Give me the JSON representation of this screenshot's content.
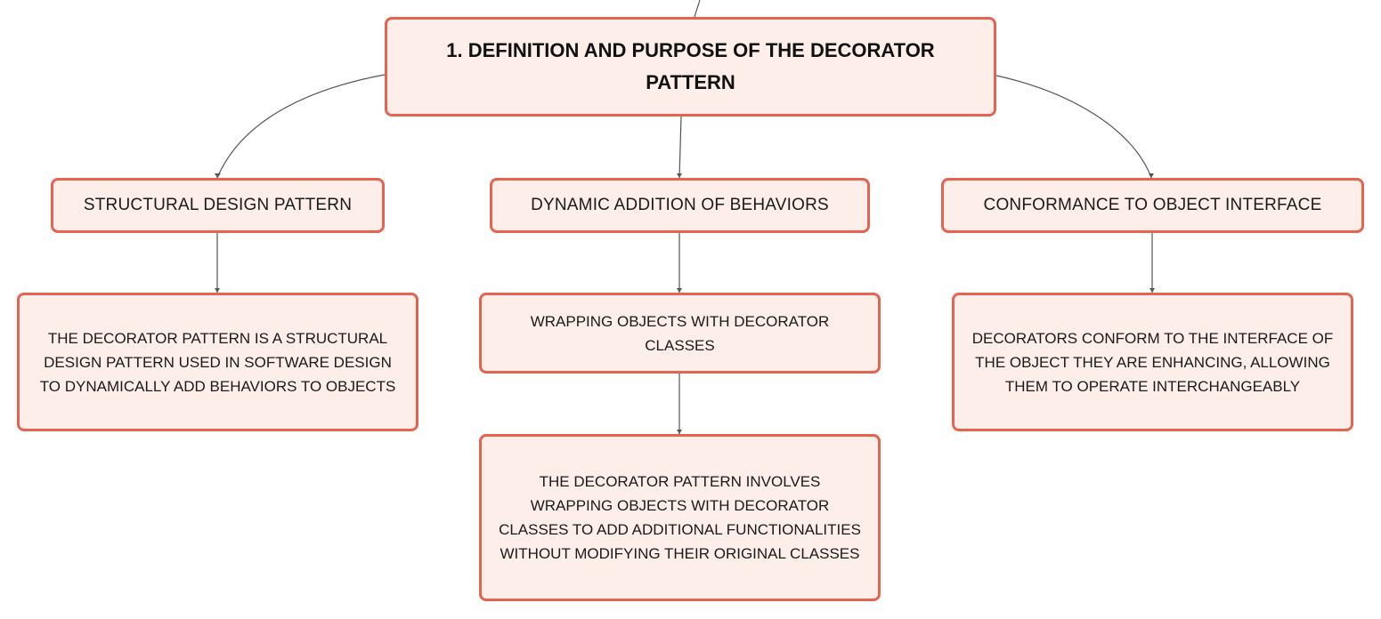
{
  "colors": {
    "node_fill": "#fdeee9",
    "node_border": "#e5644f",
    "connector": "#555555",
    "text": "#1a1a1a"
  },
  "root": {
    "label": "1. DEFINITION AND PURPOSE OF THE DECORATOR PATTERN"
  },
  "branches": {
    "structural": {
      "label": "STRUCTURAL DESIGN PATTERN",
      "description": "THE DECORATOR PATTERN IS A STRUCTURAL DESIGN PATTERN USED IN SOFTWARE DESIGN TO DYNAMICALLY ADD BEHAVIORS TO OBJECTS"
    },
    "dynamic": {
      "label": "DYNAMIC ADDITION OF BEHAVIORS",
      "child": "WRAPPING OBJECTS WITH DECORATOR CLASSES",
      "description": "THE DECORATOR PATTERN INVOLVES WRAPPING OBJECTS WITH DECORATOR CLASSES TO ADD ADDITIONAL FUNCTIONALITIES WITHOUT MODIFYING THEIR ORIGINAL CLASSES"
    },
    "conformance": {
      "label": "CONFORMANCE TO OBJECT INTERFACE",
      "description": "DECORATORS CONFORM TO THE INTERFACE OF THE OBJECT THEY ARE ENHANCING, ALLOWING THEM TO OPERATE INTERCHANGEABLY"
    }
  }
}
